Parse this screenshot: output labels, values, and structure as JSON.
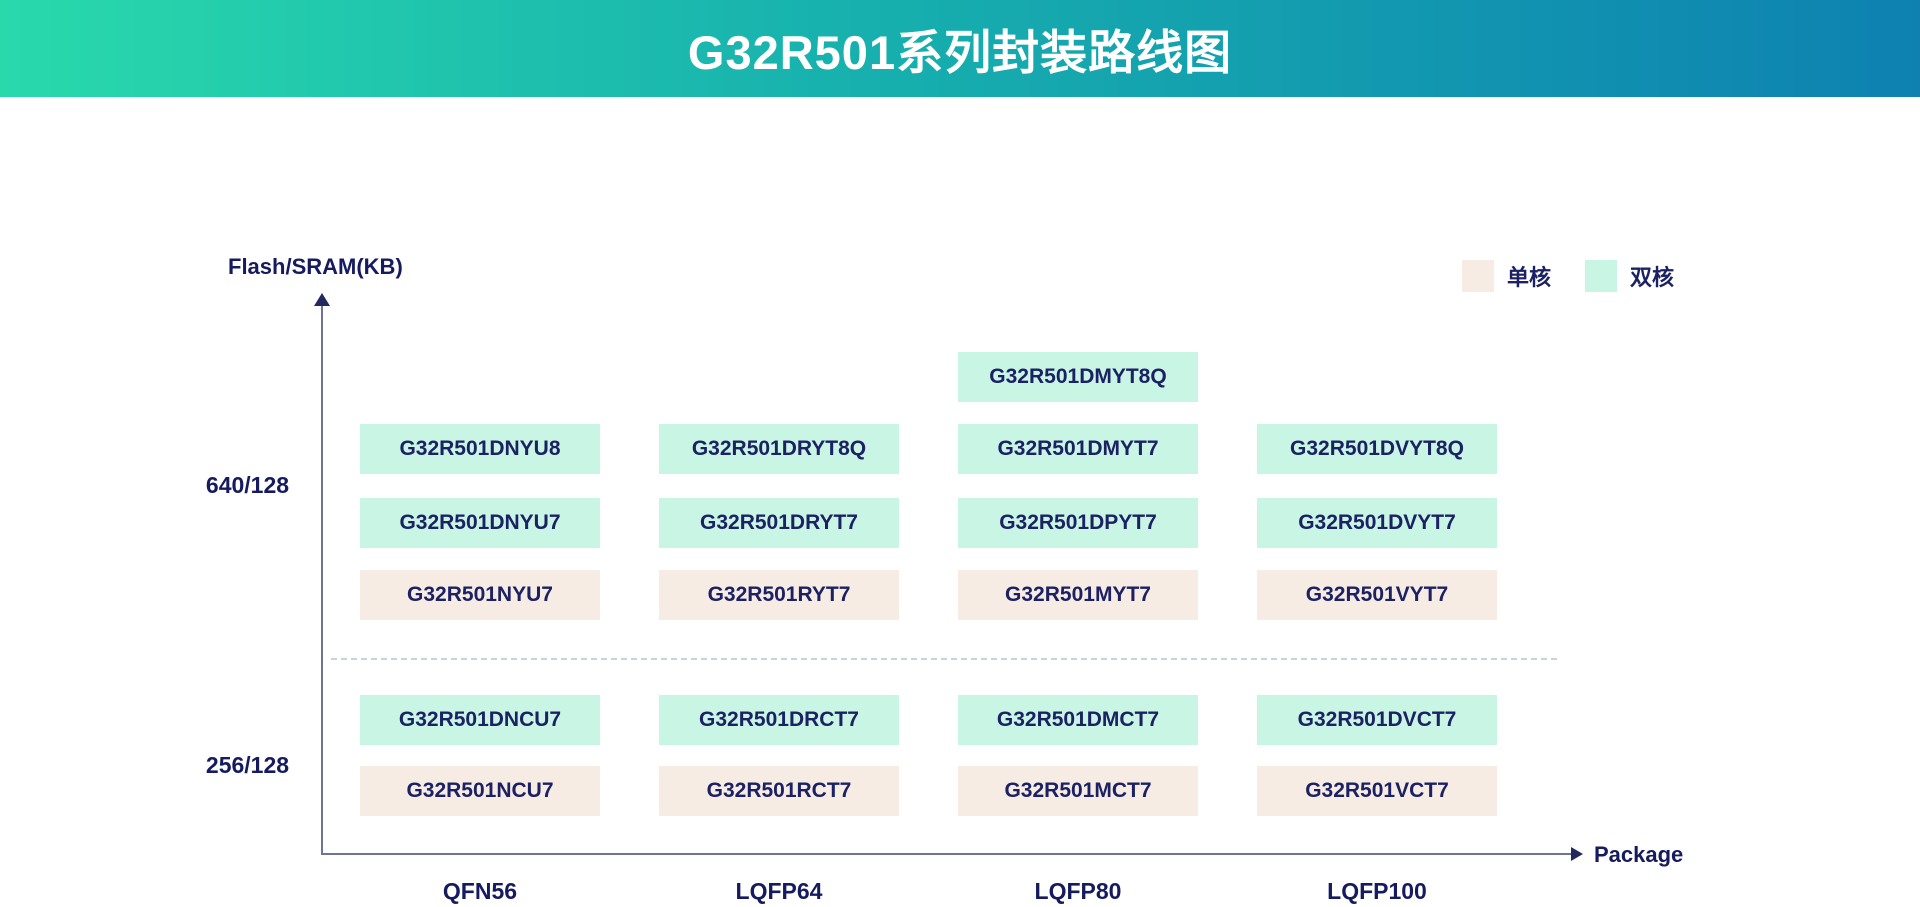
{
  "banner": {
    "title": "G32R501系列封装路线图",
    "gradient_left": "#29d9ac",
    "gradient_right": "#0e81b1"
  },
  "legend": {
    "items": [
      {
        "label": "单核",
        "color": "#f7ece4",
        "core": "single"
      },
      {
        "label": "双核",
        "color": "#c9f6e4",
        "core": "dual"
      }
    ]
  },
  "y_axis": {
    "label": "Flash/SRAM(KB)",
    "ticks": [
      "640/128",
      "256/128"
    ]
  },
  "x_axis": {
    "label": "Package",
    "categories": [
      "QFN56",
      "LQFP64",
      "LQFP80",
      "LQFP100"
    ]
  },
  "colors": {
    "single": "#f7ece4",
    "dual": "#c9f6e4",
    "text": "#1b2163"
  },
  "chips": [
    {
      "label": "G32R501DMYT8Q",
      "col": 2,
      "row": 0,
      "core": "dual"
    },
    {
      "label": "G32R501DNYU8",
      "col": 0,
      "row": 1,
      "core": "dual"
    },
    {
      "label": "G32R501DRYT8Q",
      "col": 1,
      "row": 1,
      "core": "dual"
    },
    {
      "label": "G32R501DMYT7",
      "col": 2,
      "row": 1,
      "core": "dual"
    },
    {
      "label": "G32R501DVYT8Q",
      "col": 3,
      "row": 1,
      "core": "dual"
    },
    {
      "label": "G32R501DNYU7",
      "col": 0,
      "row": 2,
      "core": "dual"
    },
    {
      "label": "G32R501DRYT7",
      "col": 1,
      "row": 2,
      "core": "dual"
    },
    {
      "label": "G32R501DPYT7",
      "col": 2,
      "row": 2,
      "core": "dual"
    },
    {
      "label": "G32R501DVYT7",
      "col": 3,
      "row": 2,
      "core": "dual"
    },
    {
      "label": "G32R501NYU7",
      "col": 0,
      "row": 3,
      "core": "single"
    },
    {
      "label": "G32R501RYT7",
      "col": 1,
      "row": 3,
      "core": "single"
    },
    {
      "label": "G32R501MYT7",
      "col": 2,
      "row": 3,
      "core": "single"
    },
    {
      "label": "G32R501VYT7",
      "col": 3,
      "row": 3,
      "core": "single"
    },
    {
      "label": "G32R501DNCU7",
      "col": 0,
      "row": 4,
      "core": "dual"
    },
    {
      "label": "G32R501DRCT7",
      "col": 1,
      "row": 4,
      "core": "dual"
    },
    {
      "label": "G32R501DMCT7",
      "col": 2,
      "row": 4,
      "core": "dual"
    },
    {
      "label": "G32R501DVCT7",
      "col": 3,
      "row": 4,
      "core": "dual"
    },
    {
      "label": "G32R501NCU7",
      "col": 0,
      "row": 5,
      "core": "single"
    },
    {
      "label": "G32R501RCT7",
      "col": 1,
      "row": 5,
      "core": "single"
    },
    {
      "label": "G32R501MCT7",
      "col": 2,
      "row": 5,
      "core": "single"
    },
    {
      "label": "G32R501VCT7",
      "col": 3,
      "row": 5,
      "core": "single"
    }
  ],
  "chart_data": {
    "type": "scatter",
    "title": "G32R501系列封装路线图",
    "xlabel": "Package",
    "ylabel": "Flash/SRAM(KB)",
    "x_categories": [
      "QFN56",
      "LQFP64",
      "LQFP80",
      "LQFP100"
    ],
    "y_ticks": [
      "640/128",
      "256/128"
    ],
    "legend_position": "top-right",
    "series": [
      {
        "name": "双核",
        "color": "#c9f6e4",
        "points": [
          {
            "package": "LQFP80",
            "flash_sram": "640/128",
            "part": "G32R501DMYT8Q"
          },
          {
            "package": "QFN56",
            "flash_sram": "640/128",
            "part": "G32R501DNYU8"
          },
          {
            "package": "LQFP64",
            "flash_sram": "640/128",
            "part": "G32R501DRYT8Q"
          },
          {
            "package": "LQFP80",
            "flash_sram": "640/128",
            "part": "G32R501DMYT7"
          },
          {
            "package": "LQFP100",
            "flash_sram": "640/128",
            "part": "G32R501DVYT8Q"
          },
          {
            "package": "QFN56",
            "flash_sram": "640/128",
            "part": "G32R501DNYU7"
          },
          {
            "package": "LQFP64",
            "flash_sram": "640/128",
            "part": "G32R501DRYT7"
          },
          {
            "package": "LQFP80",
            "flash_sram": "640/128",
            "part": "G32R501DPYT7"
          },
          {
            "package": "LQFP100",
            "flash_sram": "640/128",
            "part": "G32R501DVYT7"
          },
          {
            "package": "QFN56",
            "flash_sram": "256/128",
            "part": "G32R501DNCU7"
          },
          {
            "package": "LQFP64",
            "flash_sram": "256/128",
            "part": "G32R501DRCT7"
          },
          {
            "package": "LQFP80",
            "flash_sram": "256/128",
            "part": "G32R501DMCT7"
          },
          {
            "package": "LQFP100",
            "flash_sram": "256/128",
            "part": "G32R501DVCT7"
          }
        ]
      },
      {
        "name": "单核",
        "color": "#f7ece4",
        "points": [
          {
            "package": "QFN56",
            "flash_sram": "640/128",
            "part": "G32R501NYU7"
          },
          {
            "package": "LQFP64",
            "flash_sram": "640/128",
            "part": "G32R501RYT7"
          },
          {
            "package": "LQFP80",
            "flash_sram": "640/128",
            "part": "G32R501MYT7"
          },
          {
            "package": "LQFP100",
            "flash_sram": "640/128",
            "part": "G32R501VYT7"
          },
          {
            "package": "QFN56",
            "flash_sram": "256/128",
            "part": "G32R501NCU7"
          },
          {
            "package": "LQFP64",
            "flash_sram": "256/128",
            "part": "G32R501RCT7"
          },
          {
            "package": "LQFP80",
            "flash_sram": "256/128",
            "part": "G32R501MCT7"
          },
          {
            "package": "LQFP100",
            "flash_sram": "256/128",
            "part": "G32R501VCT7"
          }
        ]
      }
    ]
  }
}
